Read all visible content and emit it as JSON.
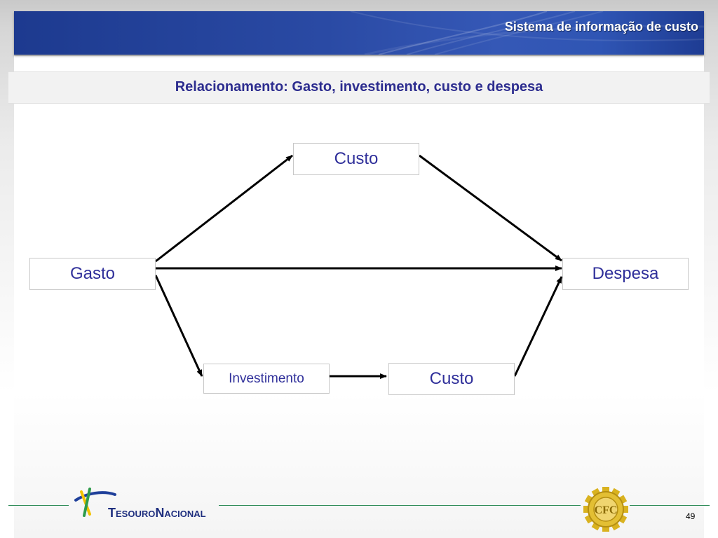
{
  "header": {
    "title": "Sistema de informação de custo"
  },
  "slide": {
    "title": "Relacionamento: Gasto, investimento, custo e despesa"
  },
  "diagram": {
    "nodes": {
      "custo_top": "Custo",
      "gasto": "Gasto",
      "despesa": "Despesa",
      "investimento": "Investimento",
      "custo_bottom": "Custo"
    },
    "edges": [
      {
        "from": "Gasto",
        "to": "Custo"
      },
      {
        "from": "Custo",
        "to": "Despesa"
      },
      {
        "from": "Gasto",
        "to": "Despesa"
      },
      {
        "from": "Gasto",
        "to": "Investimento"
      },
      {
        "from": "Investimento",
        "to": "Custo"
      },
      {
        "from": "Custo",
        "to": "Despesa"
      }
    ]
  },
  "footer": {
    "logo_text": "TesouroNacional",
    "page_number": "49"
  },
  "colors": {
    "header_blue": "#1d3a8f",
    "title_text": "#2d2d8f",
    "node_text": "#2f2f9a",
    "footer_line": "#2e8b57"
  }
}
